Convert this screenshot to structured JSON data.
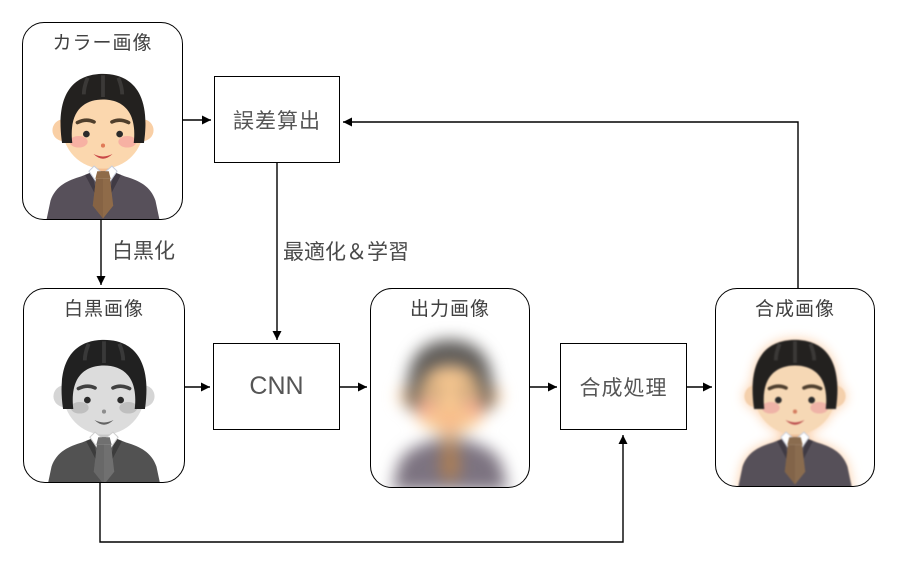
{
  "diagram": {
    "background": "#ffffff",
    "line_color": "#000000",
    "text_color": "#4a4a4a",
    "nodes": {
      "color_image": {
        "label": "カラー画像",
        "kind": "image-card",
        "image": "man-in-suit color cartoon portrait"
      },
      "error_calculation": {
        "label": "誤差算出",
        "kind": "process-box"
      },
      "bw_image": {
        "label": "白黒画像",
        "kind": "image-card",
        "image": "man-in-suit grayscale cartoon portrait"
      },
      "cnn": {
        "label": "CNN",
        "kind": "process-box"
      },
      "output_image": {
        "label": "出力画像",
        "kind": "image-card",
        "image": "heavily blurred colorized portrait"
      },
      "synthesis_process": {
        "label": "合成処理",
        "kind": "process-box"
      },
      "composite_image": {
        "label": "合成画像",
        "kind": "image-card",
        "image": "soft recolorized cartoon portrait with warm halo"
      }
    },
    "edge_labels": {
      "bw_conversion": "白黒化",
      "optimization": "最適化＆学習"
    },
    "edges": [
      {
        "from": "color_image",
        "to": "error_calculation"
      },
      {
        "from": "composite_image",
        "to": "error_calculation"
      },
      {
        "from": "color_image",
        "to": "bw_image",
        "label": "白黒化"
      },
      {
        "from": "error_calculation",
        "to": "cnn",
        "label": "最適化＆学習"
      },
      {
        "from": "bw_image",
        "to": "cnn"
      },
      {
        "from": "cnn",
        "to": "output_image"
      },
      {
        "from": "output_image",
        "to": "synthesis_process"
      },
      {
        "from": "bw_image",
        "to": "synthesis_process"
      },
      {
        "from": "synthesis_process",
        "to": "composite_image"
      }
    ],
    "illustration_colors": {
      "skin": "#FBD7AE",
      "skin_shadow": "#F3BE92",
      "hair": "#23211F",
      "suit": "#57505A",
      "tie": "#8F6B49",
      "cheek": "#F6A8A0",
      "mouth": "#C94747",
      "shirt": "#FFFFFF"
    }
  }
}
